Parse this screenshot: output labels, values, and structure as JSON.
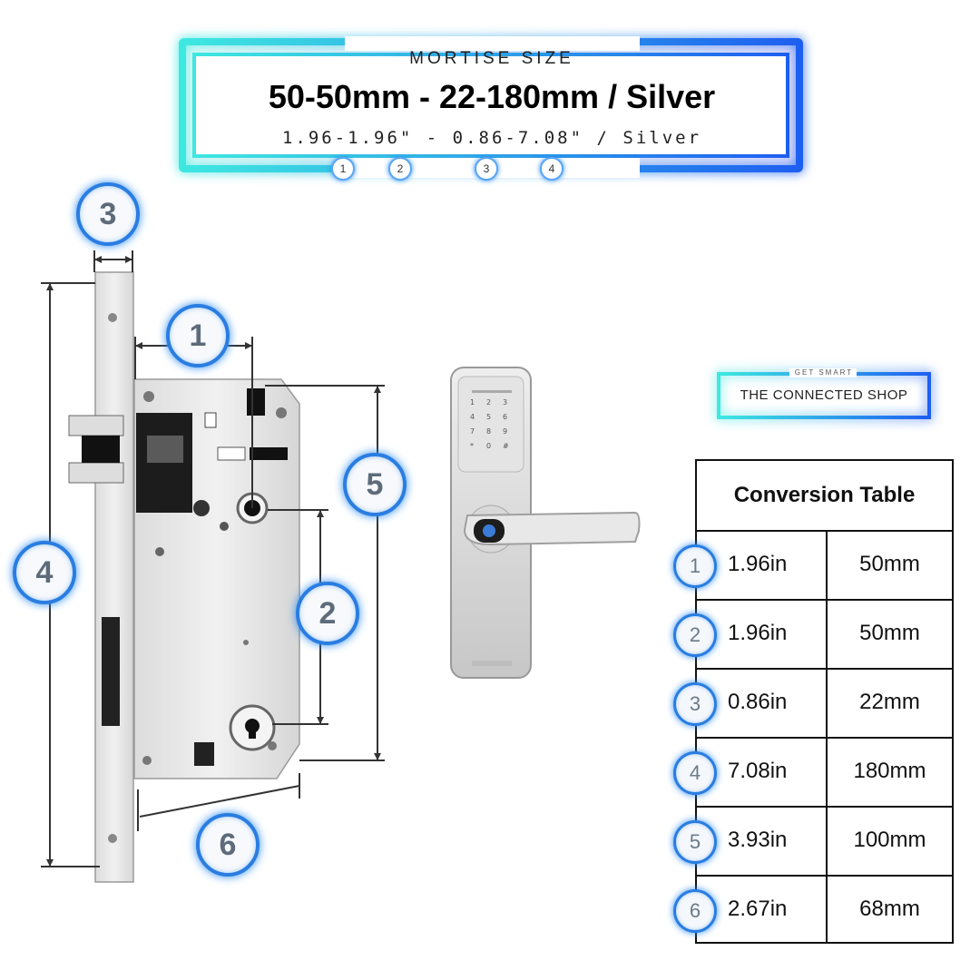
{
  "header": {
    "label": "MORTISE SIZE",
    "title": "50-50mm - 22-180mm / Silver",
    "subtitle": "1.96-1.96\" - 0.86-7.08\" / Silver",
    "badges": [
      "1",
      "2",
      "3",
      "4"
    ]
  },
  "logo": {
    "tagline": "GET SMART",
    "name": "THE CONNECTED SHOP"
  },
  "diagram_badges": [
    "3",
    "1",
    "5",
    "4",
    "2",
    "6"
  ],
  "table": {
    "title": "Conversion Table",
    "rows": [
      {
        "n": "1",
        "inch": "1.96in",
        "mm": "50mm"
      },
      {
        "n": "2",
        "inch": "1.96in",
        "mm": "50mm"
      },
      {
        "n": "3",
        "inch": "0.86in",
        "mm": "22mm"
      },
      {
        "n": "4",
        "inch": "7.08in",
        "mm": "180mm"
      },
      {
        "n": "5",
        "inch": "3.93in",
        "mm": "100mm"
      },
      {
        "n": "6",
        "inch": "2.67in",
        "mm": "68mm"
      }
    ]
  },
  "colors": {
    "neon_cyan": "#3ee8e0",
    "neon_blue": "#1f5ff0",
    "badge_ring": "#2a7de1",
    "metal": "#e6e6e6"
  }
}
